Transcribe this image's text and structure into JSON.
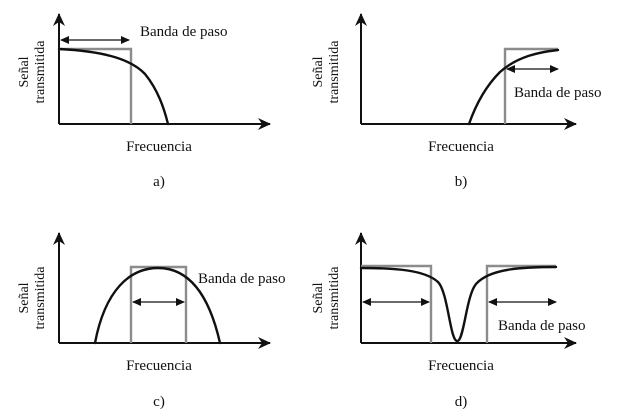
{
  "panels": [
    {
      "id": "a",
      "caption": "a)",
      "ylabel_line1": "Señal",
      "ylabel_line2": "transmitida",
      "xlabel": "Frecuencia",
      "band_label": "Banda de paso",
      "filter_kind": "low-pass"
    },
    {
      "id": "b",
      "caption": "b)",
      "ylabel_line1": "Señal",
      "ylabel_line2": "transmitida",
      "xlabel": "Frecuencia",
      "band_label": "Banda de paso",
      "filter_kind": "high-pass"
    },
    {
      "id": "c",
      "caption": "c)",
      "ylabel_line1": "Señal",
      "ylabel_line2": "transmitida",
      "xlabel": "Frecuencia",
      "band_label": "Banda de paso",
      "filter_kind": "band-pass"
    },
    {
      "id": "d",
      "caption": "d)",
      "ylabel_line1": "Señal",
      "ylabel_line2": "transmitida",
      "xlabel": "Frecuencia",
      "band_label": "Banda de paso",
      "filter_kind": "band-stop"
    }
  ],
  "colors": {
    "curve": "#111111",
    "ideal_response": "#8c8c8c",
    "axis": "#111111"
  }
}
